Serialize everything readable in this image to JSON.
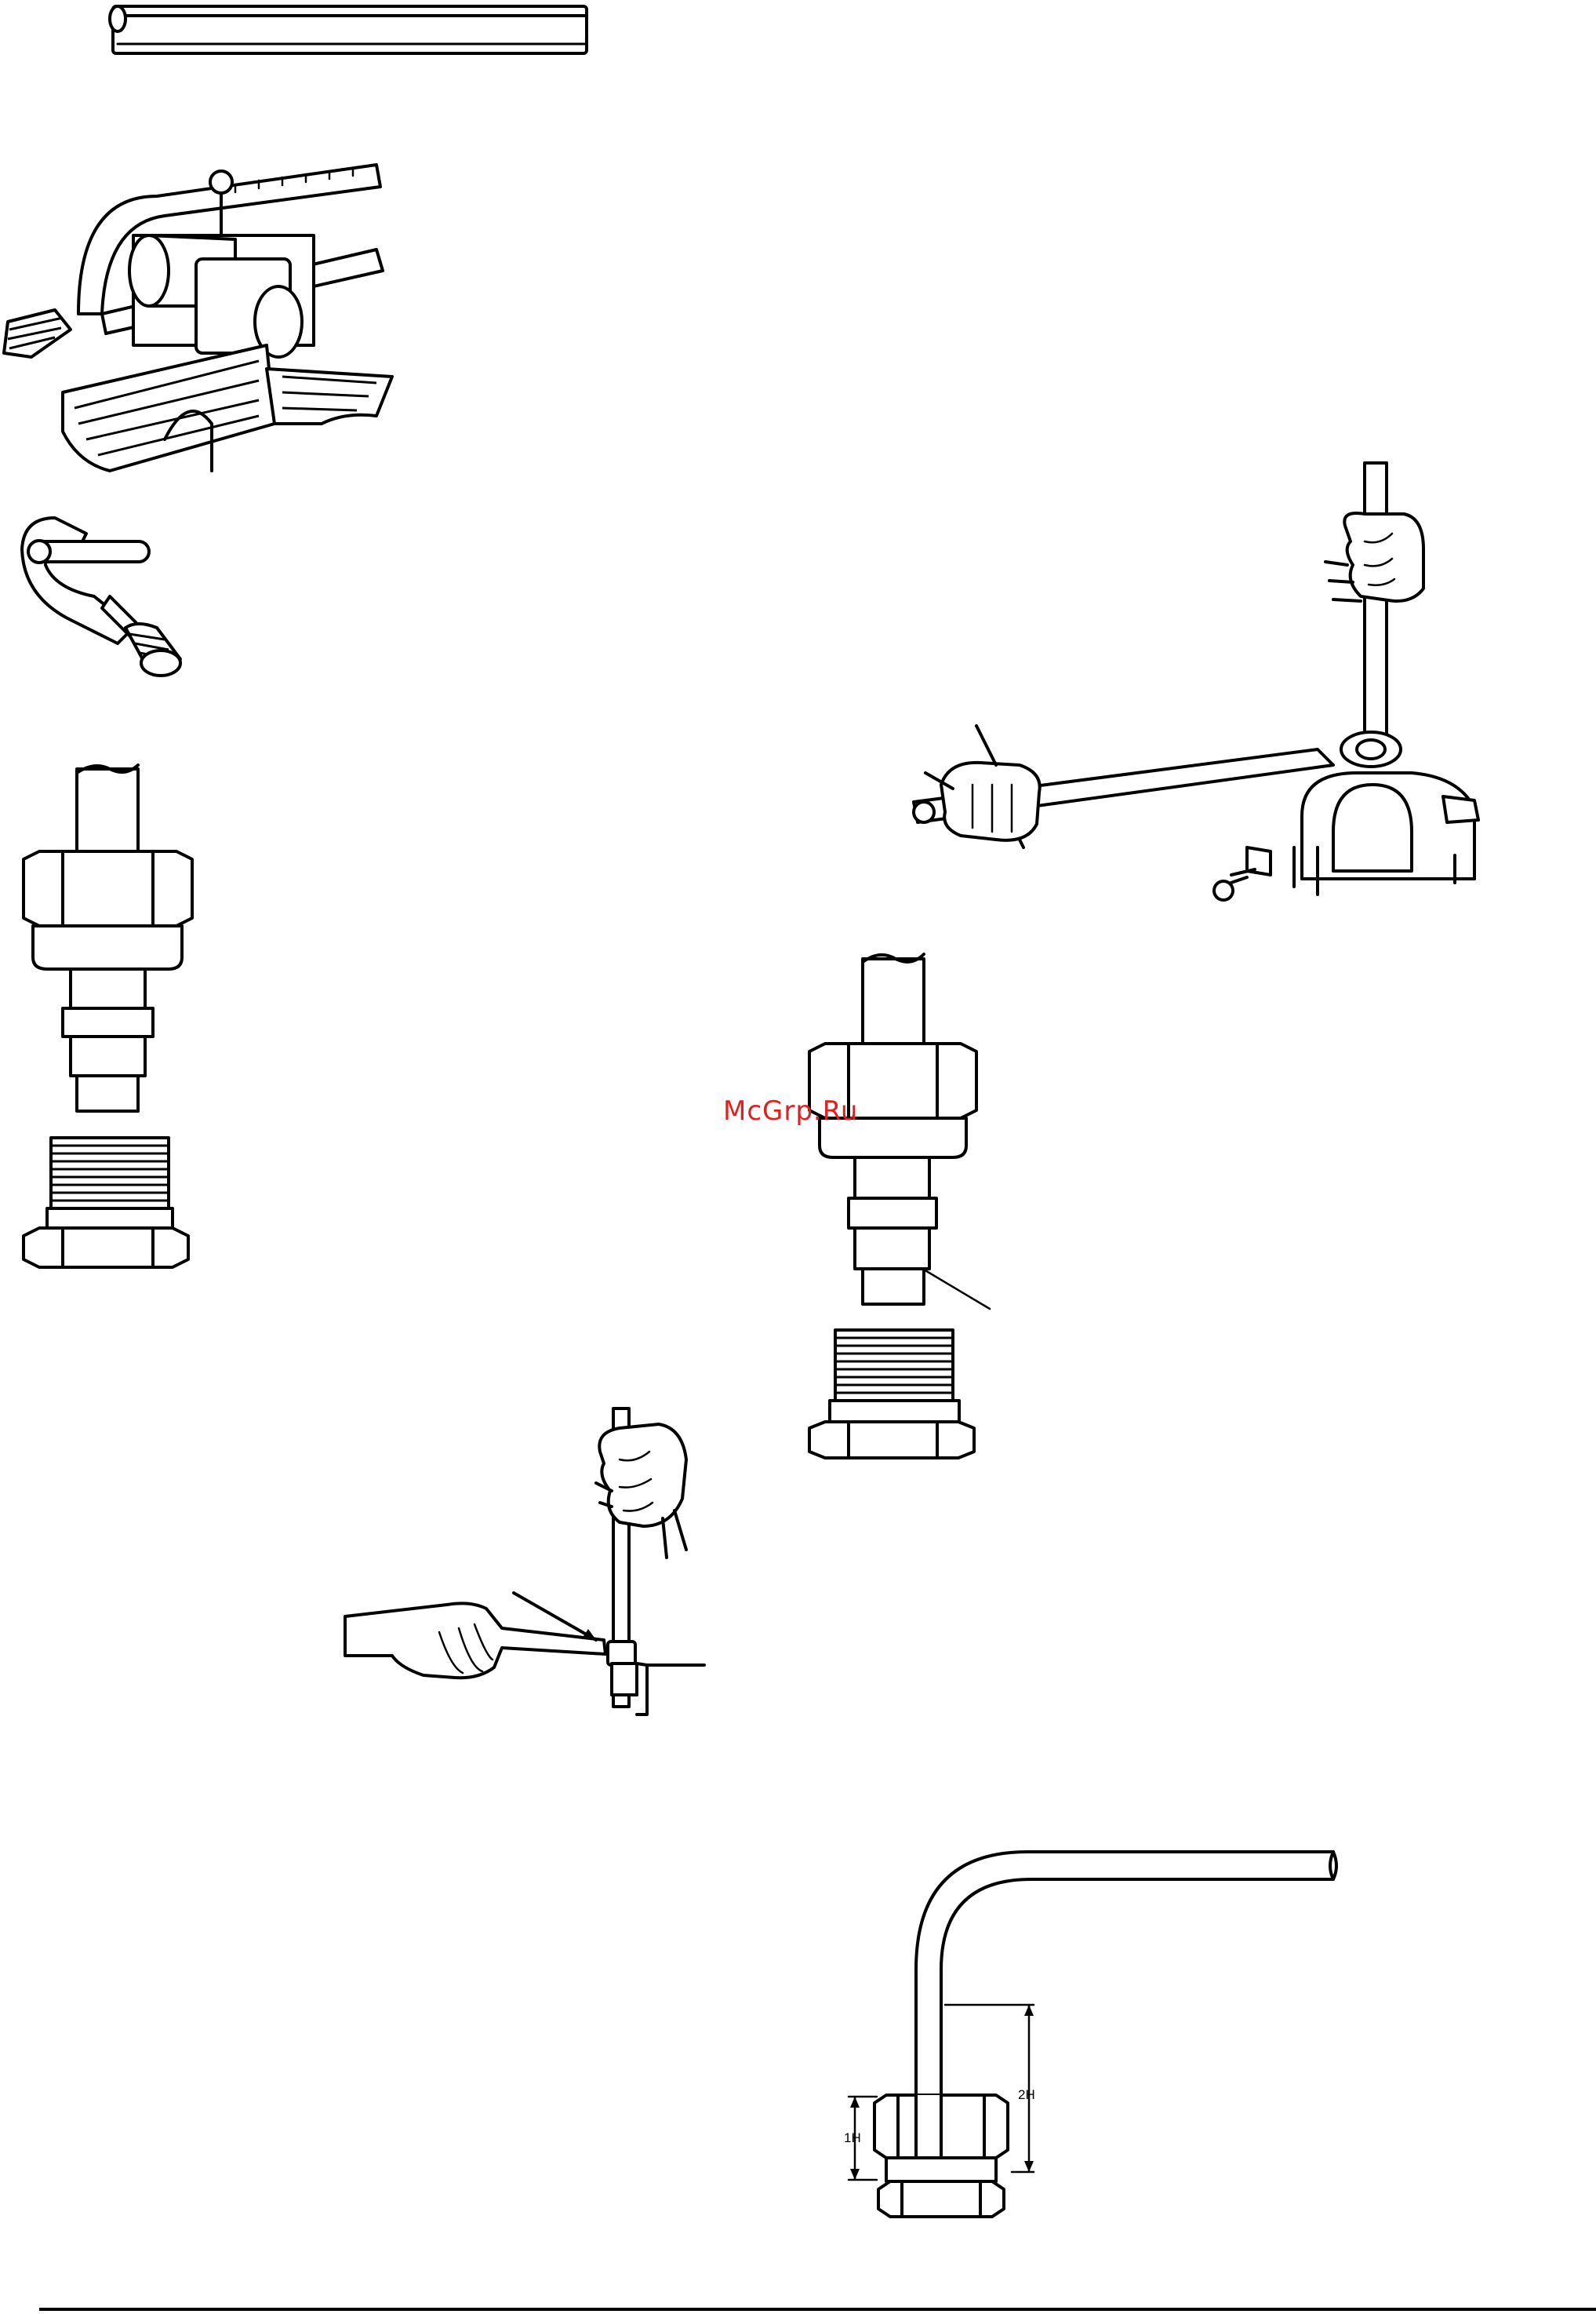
{
  "watermark": {
    "text": "McGrp.Ru",
    "color": "#e02020"
  },
  "figures": [
    {
      "name": "straight-tube",
      "icon": "tube-icon"
    },
    {
      "name": "tube-bender-in-vise",
      "icon": "tube-bender-icon"
    },
    {
      "name": "tube-cutter",
      "icon": "tube-cutter-icon"
    },
    {
      "name": "flare-fitting-left",
      "icon": "fitting-icon"
    },
    {
      "name": "wrench-tightening-top",
      "icon": "wrench-icon"
    },
    {
      "name": "flare-fitting-right",
      "icon": "fitting-icon"
    },
    {
      "name": "wrench-tightening-bottom",
      "icon": "wrench-icon"
    },
    {
      "name": "bent-tube-dimension",
      "icon": "bent-tube-icon"
    }
  ],
  "dimensions": {
    "label_1h": "1H",
    "label_2h": "2H"
  },
  "colors": {
    "line": "#000000",
    "background": "#ffffff"
  }
}
